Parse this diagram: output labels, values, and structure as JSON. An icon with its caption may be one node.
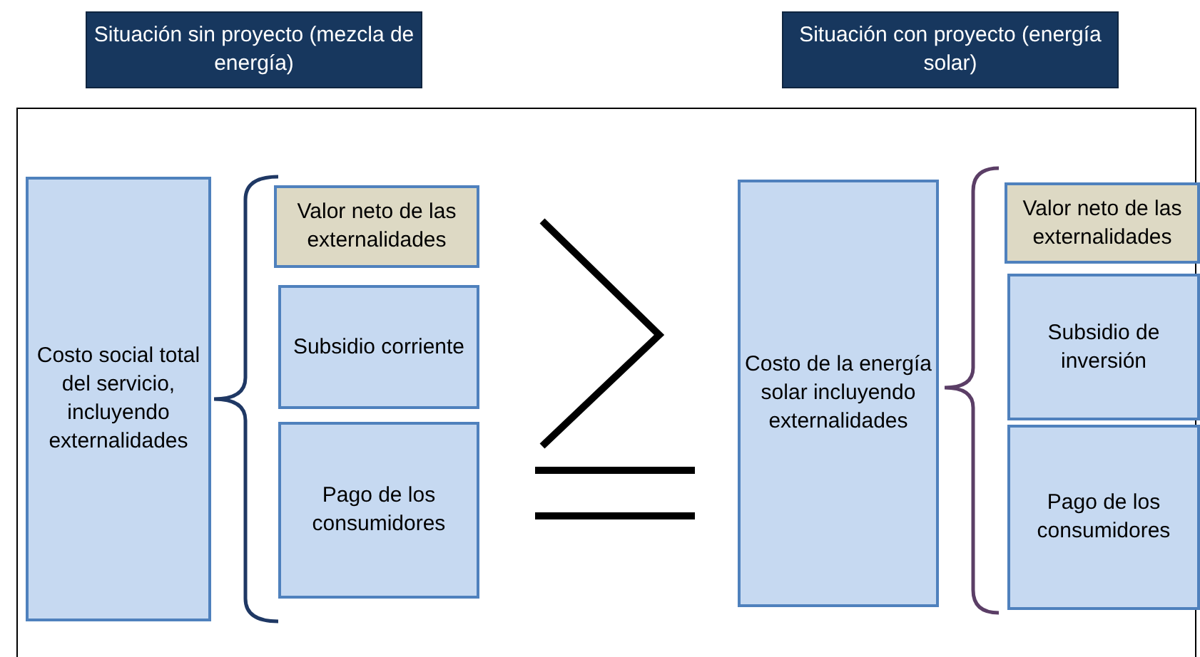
{
  "diagram": {
    "nodes": [
      {
        "text": [
          "Situación sin proyecto (mezcla de energía)"
        ]
      },
      {
        "text": [
          "Situación con proyecto (energía solar)"
        ]
      },
      {
        "text": [
          "Costo social total del servicio, incluyendo externalidades"
        ]
      },
      {
        "text": [
          "Valor neto de las externalidades"
        ]
      },
      {
        "text": [
          "Subsidio corriente"
        ]
      },
      {
        "text": [
          "Pago de los consumidores"
        ]
      },
      {
        "text": [
          "Costo de la energía solar incluyendo externalidades"
        ]
      },
      {
        "text": [
          "Valor neto de las externalidades"
        ]
      },
      {
        "text": [
          "Subsidio de inversión"
        ]
      },
      {
        "text": [
          "Pago de los consumidores"
        ]
      }
    ]
  }
}
